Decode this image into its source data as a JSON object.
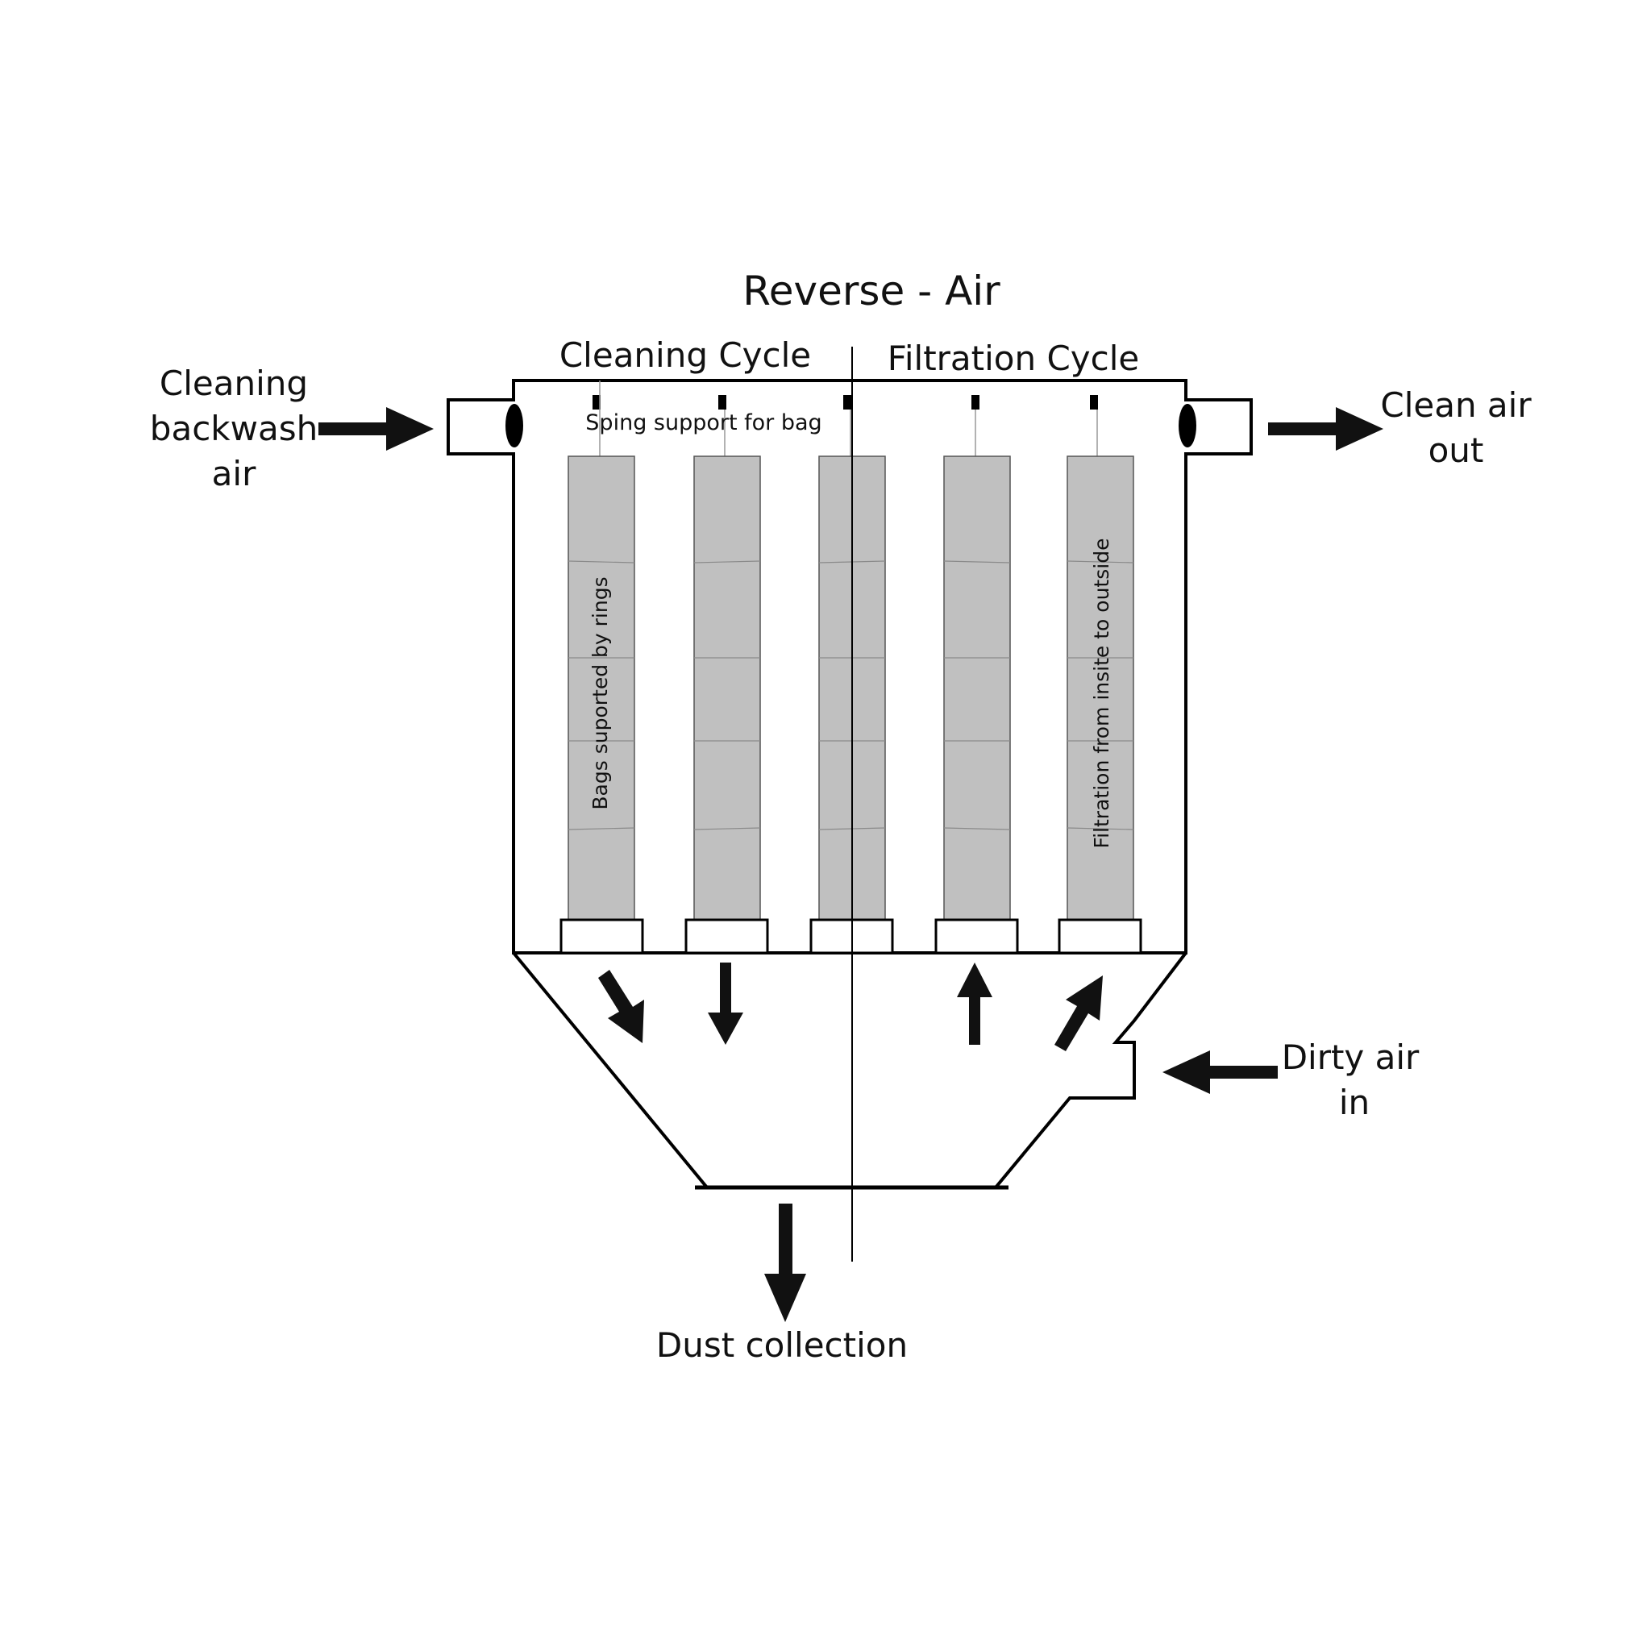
{
  "title": "Reverse - Air",
  "sections": {
    "cleaning": "Cleaning Cycle",
    "filtration": "Filtration Cycle"
  },
  "labels": {
    "inlet_left": [
      "Cleaning",
      "backwash",
      "air"
    ],
    "outlet_right": [
      "Clean air",
      "out"
    ],
    "dirty_in": [
      "Dirty air",
      "in"
    ],
    "dust": "Dust collection",
    "spring": "Sping support for bag",
    "bag_rings": "Bags suported by rings",
    "filtration_dir": "Filtration from insite to outside"
  },
  "colors": {
    "bag_fill": "#c0c0c0",
    "line": "#000000",
    "background": "#ffffff"
  }
}
